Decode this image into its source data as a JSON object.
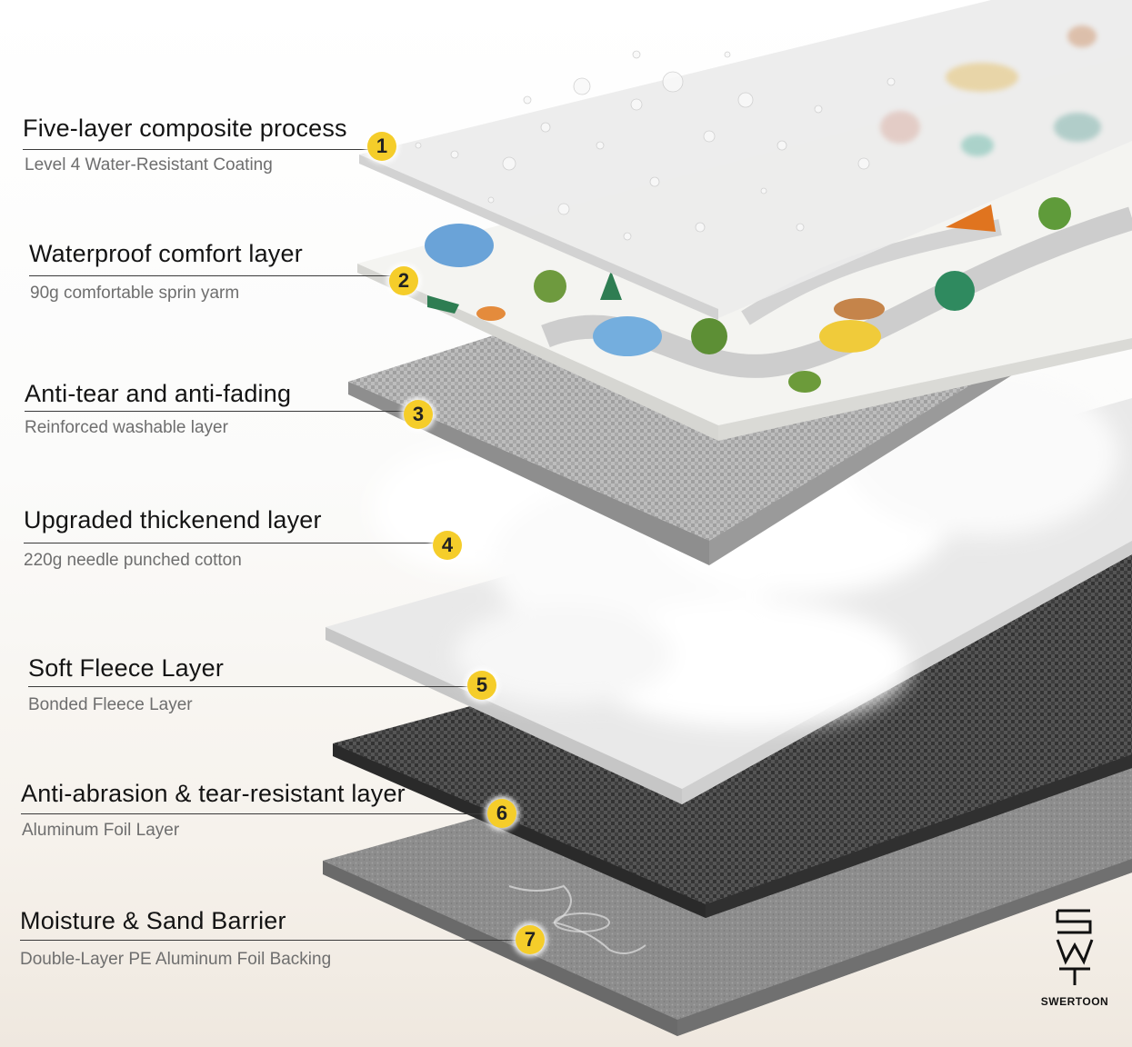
{
  "layers": [
    {
      "number": "1",
      "title": "Five-layer composite process",
      "subtitle": "Level 4 Water-Resistant Coating"
    },
    {
      "number": "2",
      "title": "Waterproof comfort layer",
      "subtitle": "90g comfortable sprin yarm"
    },
    {
      "number": "3",
      "title": "Anti-tear and anti-fading",
      "subtitle": "Reinforced washable layer"
    },
    {
      "number": "4",
      "title": "Upgraded thickenend layer",
      "subtitle": "220g needle punched cotton"
    },
    {
      "number": "5",
      "title": "Soft Fleece Layer",
      "subtitle": "Bonded Fleece Layer"
    },
    {
      "number": "6",
      "title": "Anti-abrasion & tear-resistant layer",
      "subtitle": "Aluminum Foil Layer"
    },
    {
      "number": "7",
      "title": "Moisture & Sand Barrier",
      "subtitle": "Double-Layer PE Aluminum Foil Backing"
    }
  ],
  "brand": {
    "name": "SWERTOON"
  },
  "colors": {
    "badge": "#f5cd2a",
    "title_text": "#141414",
    "subtitle_text": "#6e6e6e"
  }
}
